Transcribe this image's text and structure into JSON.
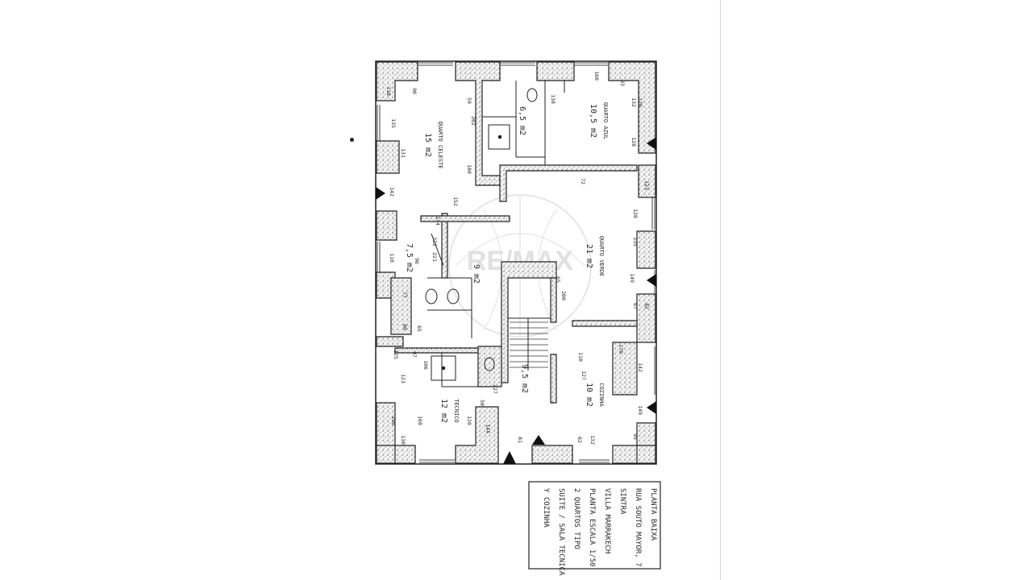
{
  "watermark": {
    "text": "RE/MAX",
    "color": "#bdbdbd"
  },
  "rooms": [
    {
      "id": "quarto-celeste",
      "area": "15 m2",
      "name": "QUARTO CELESTE"
    },
    {
      "id": "wc-top",
      "area": "6,5 m2",
      "name": ""
    },
    {
      "id": "quarto-azul",
      "area": "10,5 m2",
      "name": "QUARTO AZUL"
    },
    {
      "id": "quarto-verde",
      "area": "21 m2",
      "name": "QUARTO VERDE"
    },
    {
      "id": "hall",
      "area": "7,5 m2",
      "name": ""
    },
    {
      "id": "wc-mid",
      "area": "9 m2",
      "name": ""
    },
    {
      "id": "escada",
      "area": "9,5 m2",
      "name": ""
    },
    {
      "id": "cozinha",
      "area": "10 m2",
      "name": "COZINHA"
    },
    {
      "id": "tecnico",
      "area": "12 m2",
      "name": "TECNICO"
    }
  ],
  "dimensions": [
    "90",
    "135",
    "110",
    "131",
    "142",
    "202",
    "180",
    "59",
    "138",
    "160",
    "132",
    "93",
    "120",
    "128",
    "152",
    "134",
    "222",
    "221",
    "96",
    "110",
    "72",
    "123",
    "120",
    "135",
    "149",
    "67",
    "77",
    "80",
    "65",
    "125",
    "106",
    "97",
    "227",
    "127",
    "110",
    "170",
    "142",
    "149",
    "95",
    "132",
    "62",
    "81",
    "130",
    "160",
    "190",
    "123",
    "120",
    "144",
    "50",
    "65",
    "200",
    "82"
  ],
  "legend": {
    "lines": [
      "PLANTA BAIXA",
      "RUA SOUTO MAYOR, 7",
      "SINTRA",
      "VILLA MARRAKECH",
      "PLANTA ESCALA 1/50",
      "2 QUARTOS TIPO",
      "SUITE / SALA TECNICA",
      "Y COZINHA"
    ]
  }
}
